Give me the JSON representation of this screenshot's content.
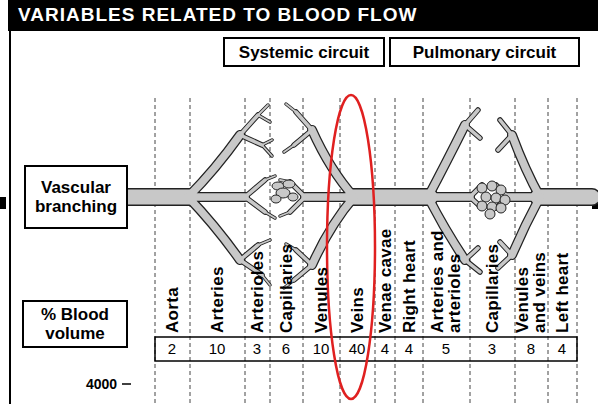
{
  "diagram": {
    "title": "VARIABLES RELATED TO BLOOD FLOW",
    "nodes": [
      {
        "text": [
          "Systemic circuit"
        ]
      },
      {
        "text": [
          "Pulmonary circuit"
        ]
      },
      {
        "text": [
          "Vascular branching"
        ]
      },
      {
        "text": [
          "% Blood volume"
        ]
      }
    ],
    "labels": [
      "Aorta",
      "Arteries",
      "Arterioles",
      "Capillaries",
      "Venules",
      "Veins",
      "Venae cavae",
      "Right heart",
      "Arteries and arterioles",
      "Capillaries",
      "Venules and veins",
      "Left heart",
      "2",
      "10",
      "3",
      "6",
      "10",
      "40",
      "4",
      "4",
      "5",
      "3",
      "8",
      "4",
      "4000"
    ]
  }
}
